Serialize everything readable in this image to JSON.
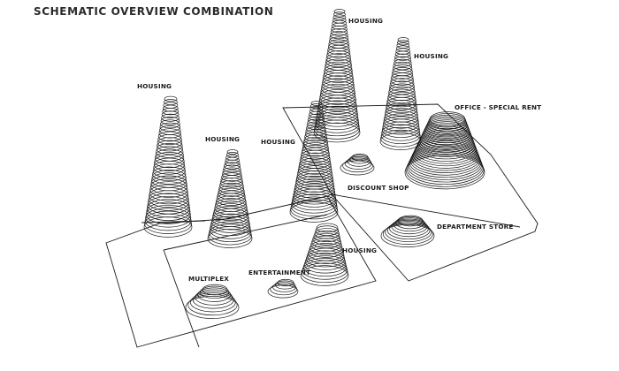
{
  "title": "SCHEMATIC OVERVIEW COMBINATION",
  "labels": {
    "housing_left": "HOUSING",
    "housing_second": "HOUSING",
    "housing_middle": "HOUSING",
    "housing_top": "HOUSING",
    "housing_top_right": "HOUSING",
    "housing_small": "HOUSING",
    "office": "OFFICE - SPECIAL RENT",
    "discount_shop": "DISCOUNT SHOP",
    "department_store": "DEPARTMENT STORE",
    "entertainment": "ENTERTAINMENT",
    "multiplex": "MULTIPLEX"
  },
  "colors": {
    "ink": "#1a1a1a",
    "background": "#ffffff"
  }
}
